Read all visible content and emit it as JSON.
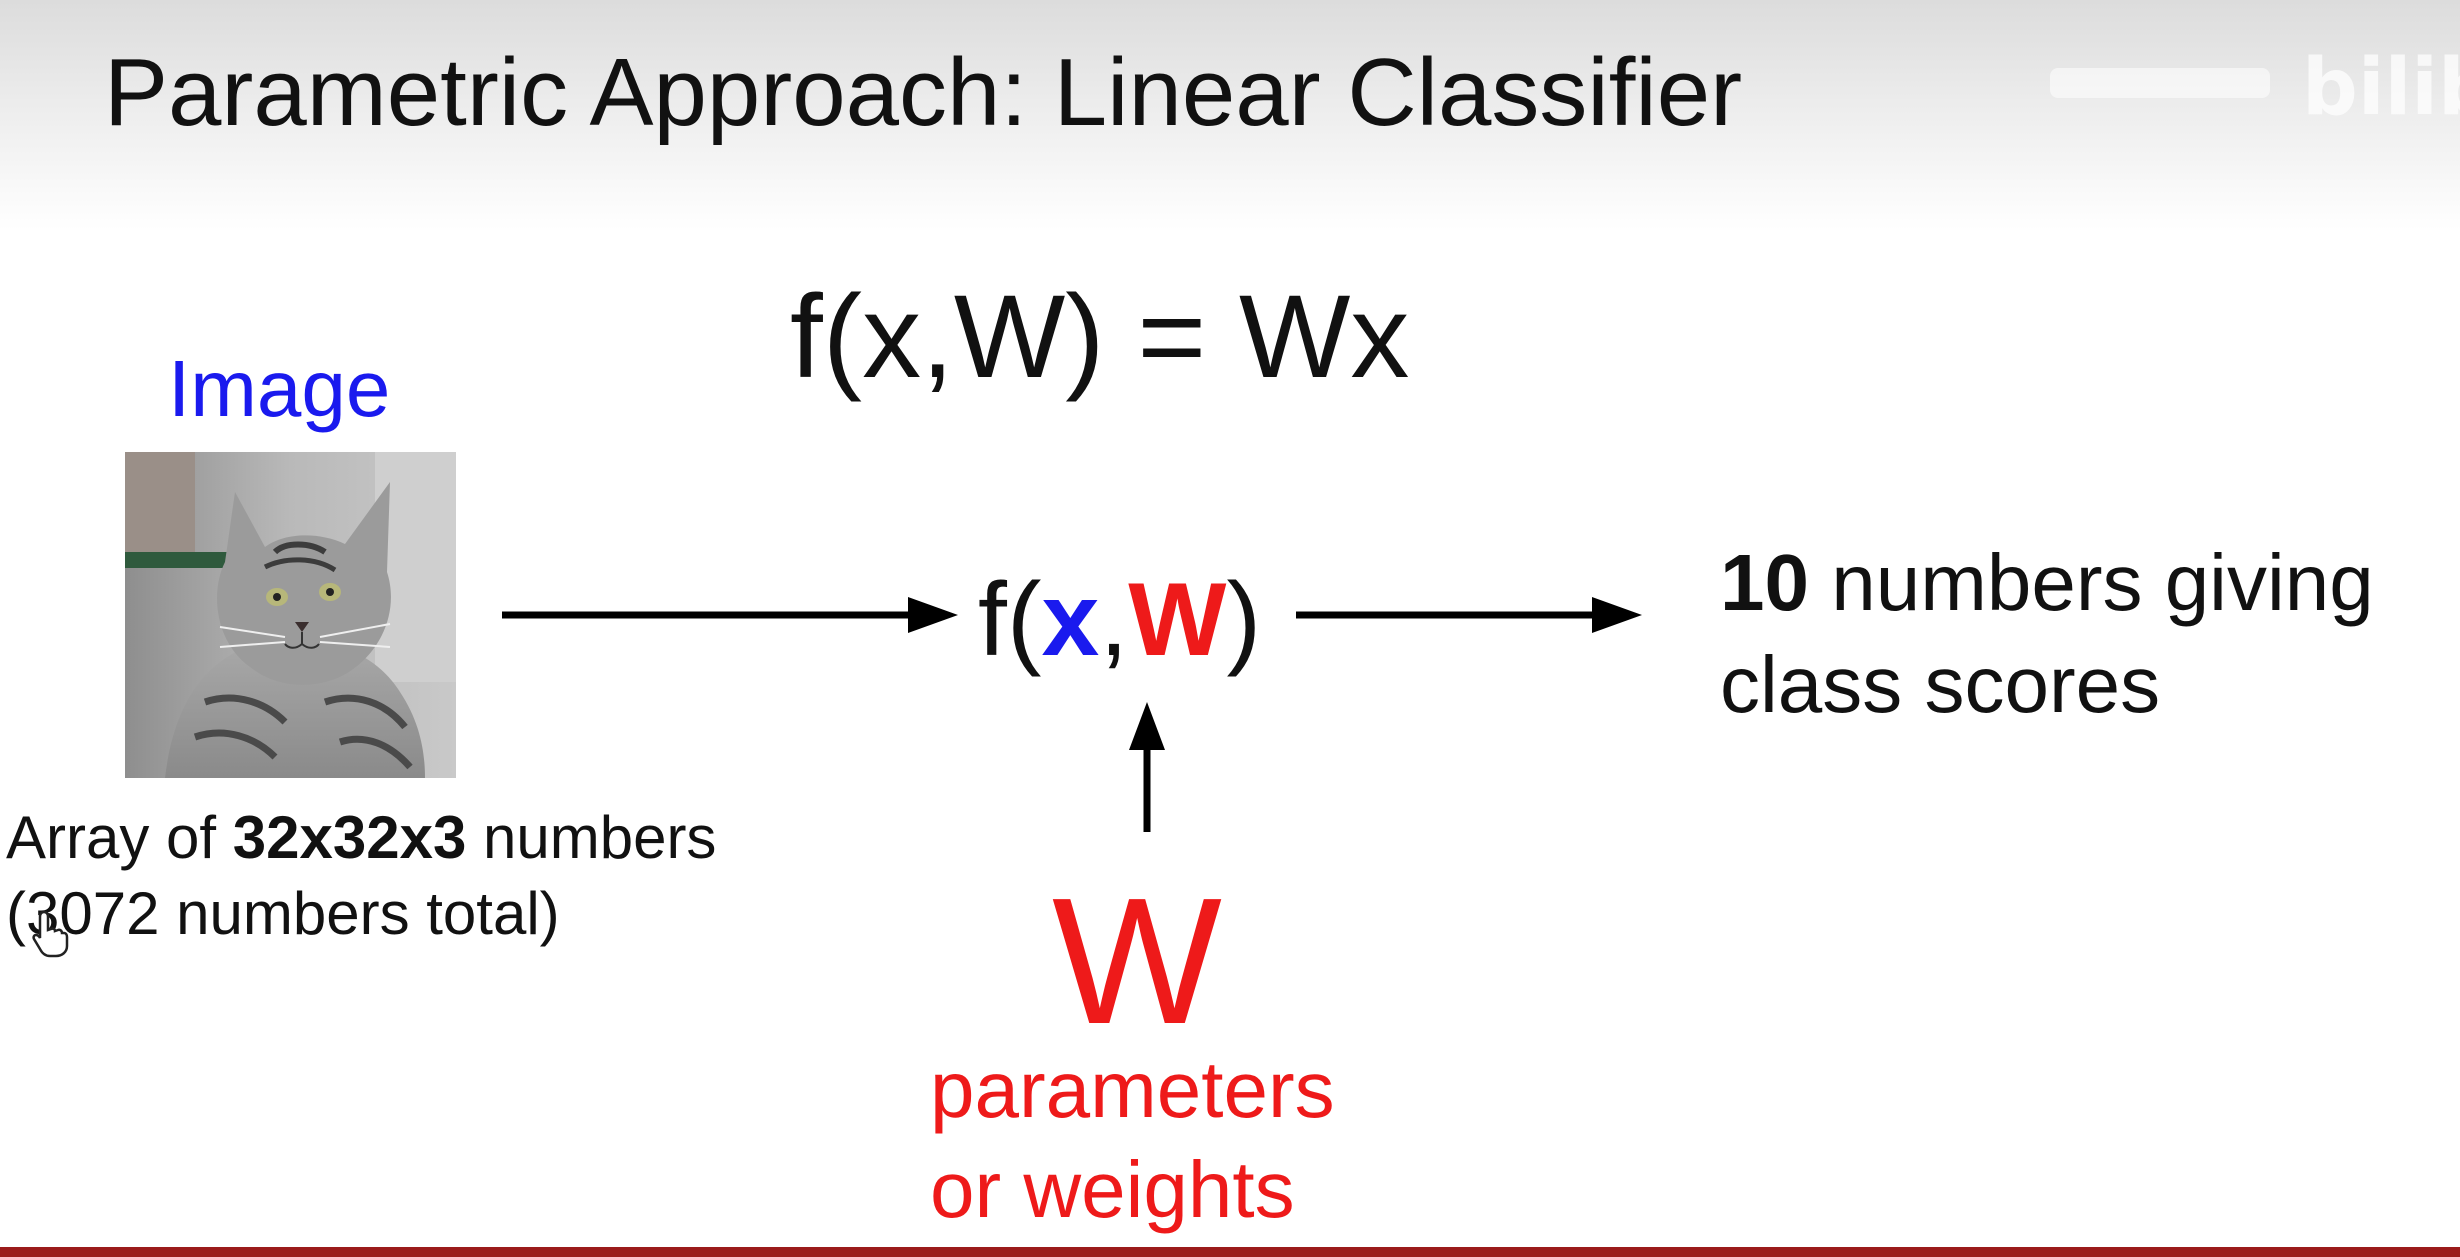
{
  "slide": {
    "title": "Parametric Approach: Linear Classifier",
    "watermark_text": "bilib",
    "equation": "f(x,W) = Wx",
    "image_label": "Image",
    "array_desc": {
      "line1_prefix": "Array of ",
      "line1_bold": "32x32x3",
      "line1_suffix": " numbers",
      "line2": "(3072 numbers total)"
    },
    "func_node": {
      "prefix": "f(",
      "x": "x",
      "comma": ",",
      "w": "W",
      "suffix": ")"
    },
    "output_desc": {
      "bold": "10",
      "line1_suffix": " numbers giving",
      "line2": "class scores"
    },
    "weights": {
      "symbol": "W",
      "line1": "parameters",
      "line2": "or weights"
    }
  },
  "colors": {
    "blue": "#1a1aee",
    "red": "#ee1a1a",
    "footer_bar": "#9b1b1b"
  },
  "icons": {
    "cursor": "hand-pointer-icon"
  }
}
